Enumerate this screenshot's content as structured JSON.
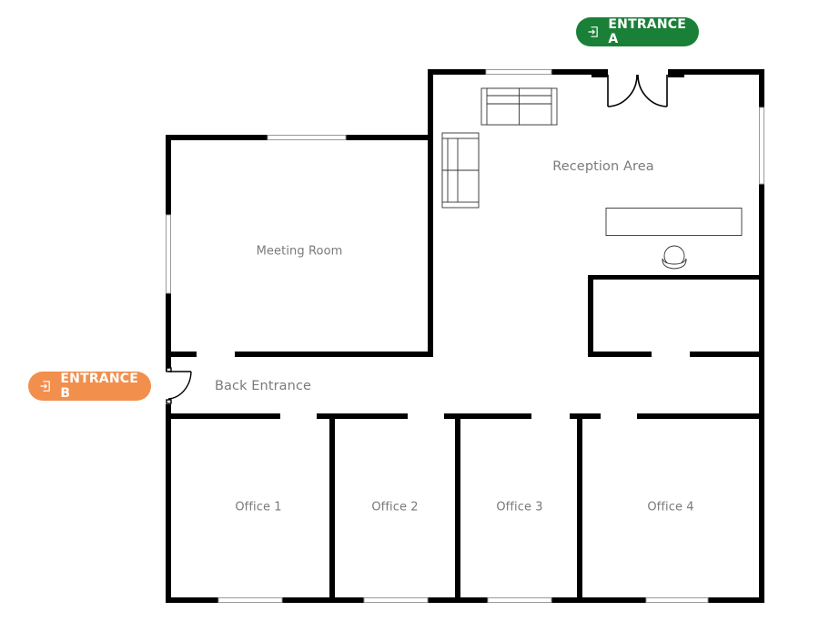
{
  "colors": {
    "wall": "#000000",
    "window": "#c8c8c8",
    "label": "#7a7a7a",
    "entrance_a": "#1a8038",
    "entrance_b": "#f28f4d"
  },
  "entrances": {
    "a": {
      "label": "ENTRANCE A",
      "icon": "sign-in-icon"
    },
    "b": {
      "label": "ENTRANCE B",
      "icon": "sign-in-icon"
    }
  },
  "rooms": {
    "reception": "Reception Area",
    "meeting": "Meeting Room",
    "back_entrance": "Back Entrance",
    "office1": "Office 1",
    "office2": "Office 2",
    "office3": "Office 3",
    "office4": "Office 4"
  }
}
